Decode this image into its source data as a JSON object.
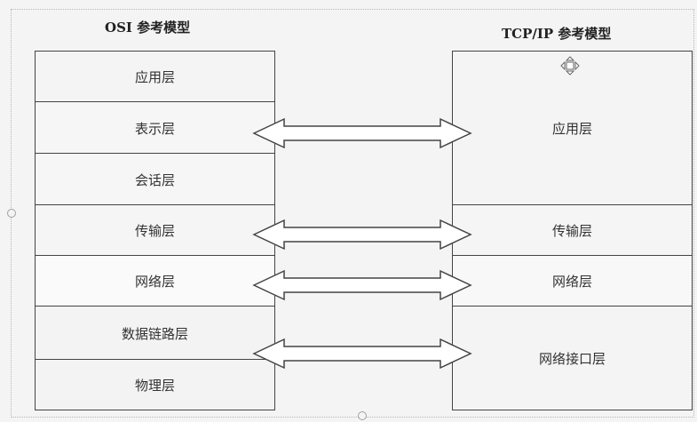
{
  "osi": {
    "title": "OSI 参考模型",
    "layers": [
      "应用层",
      "表示层",
      "会话层",
      "传输层",
      "网络层",
      "数据链路层",
      "物理层"
    ]
  },
  "tcpip": {
    "title": "TCP/IP 参考模型",
    "layers": [
      "应用层",
      "传输层",
      "网络层",
      "网络接口层"
    ]
  },
  "icons": {
    "move": "move-icon"
  },
  "colors": {
    "line": "#444444",
    "background": "#f4f4f4"
  }
}
